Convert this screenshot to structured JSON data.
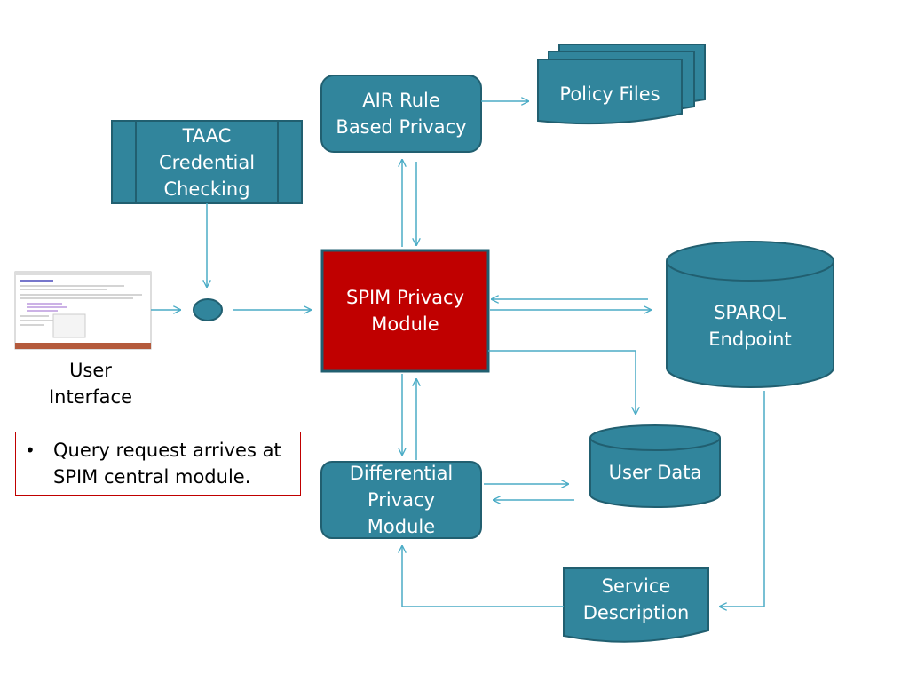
{
  "diagram": {
    "nodes": {
      "air_rule": "AIR Rule\nBased Privacy",
      "policy_files": "Policy Files",
      "taac": "TAAC\nCredential\nChecking",
      "spim": "SPIM Privacy\nModule",
      "sparql": "SPARQL\nEndpoint",
      "user_interface": "User\nInterface",
      "differential": "Differential\nPrivacy\nModule",
      "user_data": "User Data",
      "service_description": "Service\nDescription"
    },
    "callout": {
      "bullet": "•",
      "text": "Query request arrives at\nSPIM central module."
    },
    "colors": {
      "node_fill": "#31859c",
      "node_stroke": "#215f70",
      "spim_fill": "#c00000",
      "arrow": "#4bacc6",
      "callout_border": "#c00000"
    }
  }
}
